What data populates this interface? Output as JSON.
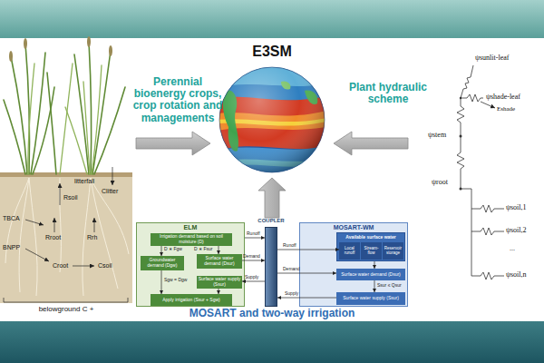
{
  "diagram": {
    "nodes": [
      {
        "text": [
          "E3SM"
        ]
      },
      {
        "text": [
          "ELM"
        ]
      },
      {
        "text": [
          "Irrigation demand based on soil moisture (D)"
        ],
        "in": 1
      },
      {
        "text": [
          "Groundwater demand (Dgw)"
        ],
        "in": 1
      },
      {
        "text": [
          "Surface water demand (Dsur)"
        ],
        "in": 1
      },
      {
        "text": [
          "Surface water supply (Ssur)"
        ],
        "in": 1
      },
      {
        "text": [
          "Apply irrigation (Ssur + Sgw)"
        ],
        "in": 1
      },
      {
        "text": [
          "COUPLER"
        ]
      },
      {
        "text": [
          "MOSART-WM"
        ]
      },
      {
        "text": [
          "Available surface water"
        ],
        "in": 8
      },
      {
        "text": [
          "Local runoff"
        ],
        "in": 9
      },
      {
        "text": [
          "Stream-flow"
        ],
        "in": 9
      },
      {
        "text": [
          "Reservoir storage"
        ],
        "in": 9
      },
      {
        "text": [
          "Surface water demand (Dsur)"
        ],
        "in": 8
      },
      {
        "text": [
          "Surface water supply (Ssur)"
        ],
        "in": 8
      }
    ],
    "edges": [
      {
        "from": 2,
        "to": 3,
        "label": "D ∗ Fgw",
        "arrow": "to"
      },
      {
        "from": 2,
        "to": 4,
        "label": "D ∗ Fsur",
        "arrow": "to"
      },
      {
        "from": 3,
        "to": 6,
        "label": "Sgw = Dgw",
        "arrow": "to"
      },
      {
        "from": 5,
        "to": 6,
        "arrow": "to"
      },
      {
        "from": 1,
        "to": 7,
        "label": "Runoff",
        "arrow": "to"
      },
      {
        "from": 4,
        "to": 7,
        "label": "Demand",
        "arrow": "to"
      },
      {
        "from": 7,
        "to": 5,
        "label": "Supply",
        "arrow": "to"
      },
      {
        "from": 7,
        "to": 10,
        "label": "Runoff",
        "arrow": "to"
      },
      {
        "from": 7,
        "to": 13,
        "label": "Demand",
        "arrow": "to"
      },
      {
        "from": 14,
        "to": 7,
        "label": "Supply",
        "arrow": "to"
      },
      {
        "from": 9,
        "to": 13,
        "arrow": "to"
      },
      {
        "from": 13,
        "to": 14,
        "label": "Ssur ≤ Qsur",
        "arrow": "to"
      },
      {
        "from": 7,
        "to": 0,
        "arrow": "to"
      }
    ],
    "labels": [
      "Perennial bioenergy crops, crop rotation and managements",
      "Plant hydraulic scheme",
      "MOSART and two-way irrigation",
      "litterfall",
      "Rsoil",
      "Clitter",
      "TBCA",
      "Rroot",
      "Rrh",
      "BNPP",
      "Croot",
      "Csoil",
      "belowground C +",
      "ψsunlit-leaf",
      "ψshade-leaf",
      "ψstem",
      "ψroot",
      "ψsoil,1",
      "ψsoil,2",
      "...",
      "ψsoil,n",
      "Eshade"
    ]
  }
}
